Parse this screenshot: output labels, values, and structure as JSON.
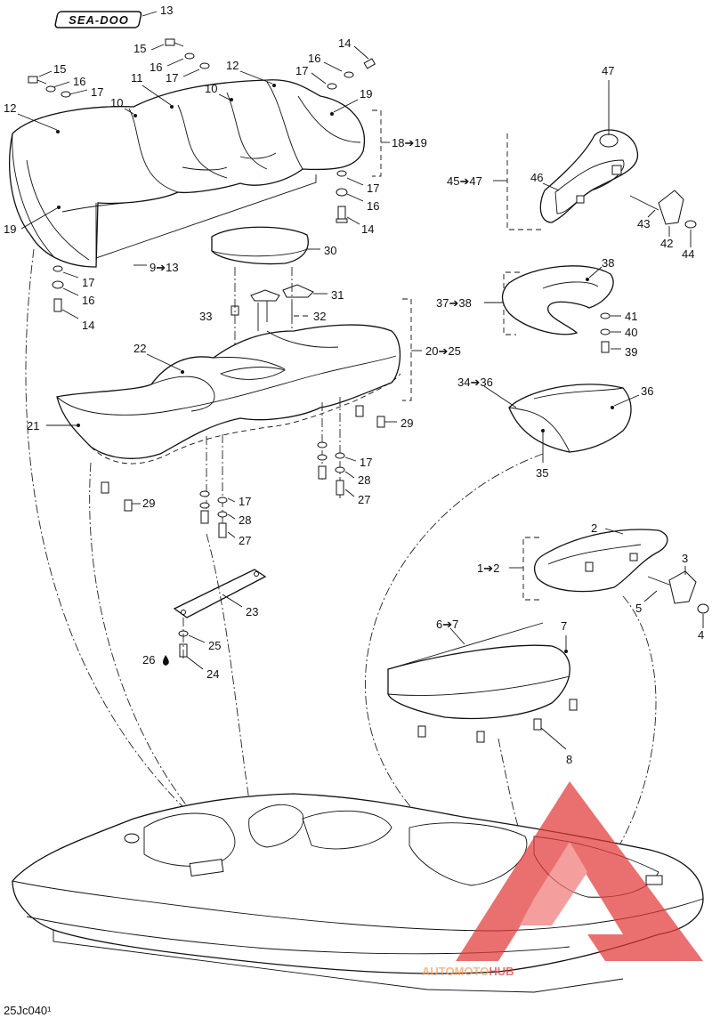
{
  "brand_logo": "SEA-DOO",
  "code": "25Jc040¹",
  "watermark": {
    "text_part1": "AUTOMOTO",
    "text_part2": "HUB",
    "color1": "#f0a060",
    "color2": "#e23a3a"
  },
  "callouts": {
    "c13": "13",
    "c15a": "15",
    "c16a": "16",
    "c17a": "17",
    "c15b": "15",
    "c16b": "16",
    "c17b": "17",
    "c14a": "14",
    "c16c": "16",
    "c17c": "17",
    "c11": "11",
    "c12a": "12",
    "c12b": "12",
    "c10a": "10",
    "c10b": "10",
    "c19a": "19",
    "c19b": "19",
    "g18": "18➔19",
    "c17d": "17",
    "c16d": "16",
    "c14b": "14",
    "c17e": "17",
    "c16e": "16",
    "c14c": "14",
    "g9": "9➔13",
    "c30": "30",
    "c31": "31",
    "c32": "32",
    "c33": "33",
    "c22": "22",
    "g20": "20➔25",
    "c21": "21",
    "c29a": "29",
    "c17f": "17",
    "c28a": "28",
    "c27a": "27",
    "c29b": "29",
    "c17g": "17",
    "c28b": "28",
    "c27b": "27",
    "c23": "23",
    "c25": "25",
    "c26": "26",
    "c24": "24",
    "c47": "47",
    "g45": "45➔47",
    "c46": "46",
    "c43": "43",
    "c42": "42",
    "c44": "44",
    "c38": "38",
    "g37": "37➔38",
    "c41": "41",
    "c40": "40",
    "c39": "39",
    "g34": "34➔36",
    "c36": "36",
    "c35": "35",
    "c2": "2",
    "g1": "1➔2",
    "c3": "3",
    "c5": "5",
    "c4": "4",
    "g6": "6➔7",
    "c7": "7",
    "c8": "8"
  }
}
